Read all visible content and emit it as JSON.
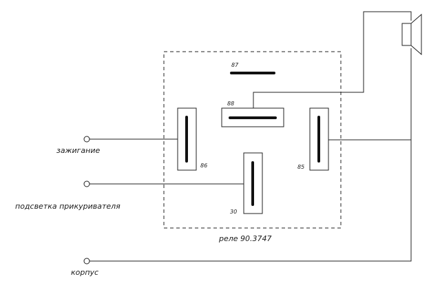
{
  "relay": {
    "caption": "реле 90.3747",
    "pins": {
      "p87": "87",
      "p88": "88",
      "p86": "86",
      "p85": "85",
      "p30": "30"
    }
  },
  "inputs": {
    "ignition": "зажигание",
    "lighter_backlight": "подсветка прикуривателя",
    "ground": "корпус"
  },
  "colors": {
    "line": "#222222",
    "contact": "#111111",
    "background": "#ffffff"
  },
  "icons": {
    "speaker": "speaker-icon",
    "terminal": "terminal-circle-icon"
  }
}
